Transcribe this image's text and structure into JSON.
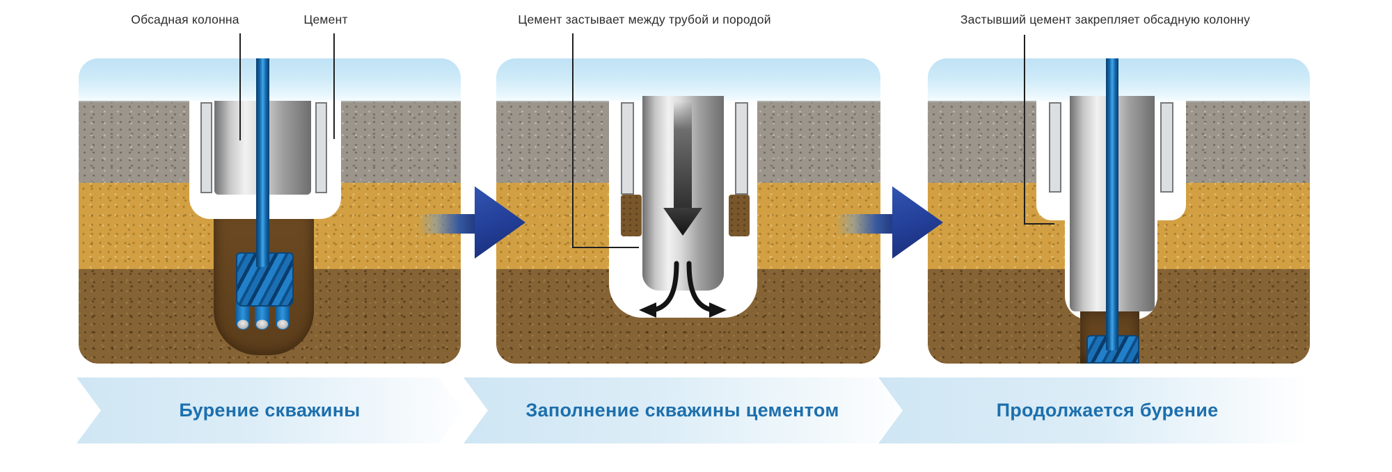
{
  "callouts": {
    "casing": "Обсадная колонна",
    "cement": "Цемент",
    "cement_setting": "Цемент застывает между трубой и породой",
    "cement_set": "Застывший цемент закрепляет обсадную колонну"
  },
  "steps": [
    {
      "caption": "Бурение скважины"
    },
    {
      "caption": "Заполнение скважины цементом"
    },
    {
      "caption": "Продолжается бурение"
    }
  ],
  "colors": {
    "sky": "#cdeaf8",
    "rock_gray": "#9c958c",
    "sand_yellow": "#d2a042",
    "soil_brown": "#866334",
    "cement_white": "#ffffff",
    "casing_gray": "#c7c7c7",
    "drill_blue": "#1565a8",
    "step_arrow_navy": "#20387f",
    "banner_blue": "#cfe6f4",
    "banner_text_blue": "#1c6fad",
    "label_text": "#2b2b2b"
  }
}
